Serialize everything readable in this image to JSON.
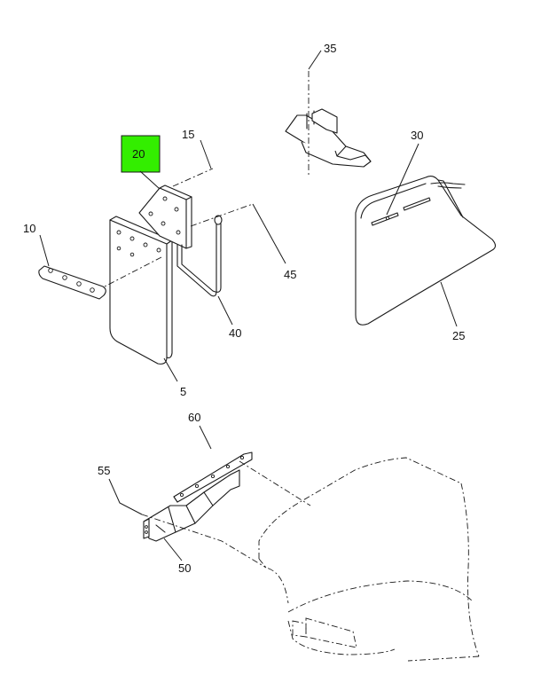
{
  "highlight_color": "#33ee00",
  "callouts": {
    "c5": "5",
    "c10": "10",
    "c15": "15",
    "c20": "20",
    "c25": "25",
    "c30": "30",
    "c35": "35",
    "c40": "40",
    "c45": "45",
    "c50": "50",
    "c55": "55",
    "c60": "60"
  },
  "selected_callout": "20"
}
